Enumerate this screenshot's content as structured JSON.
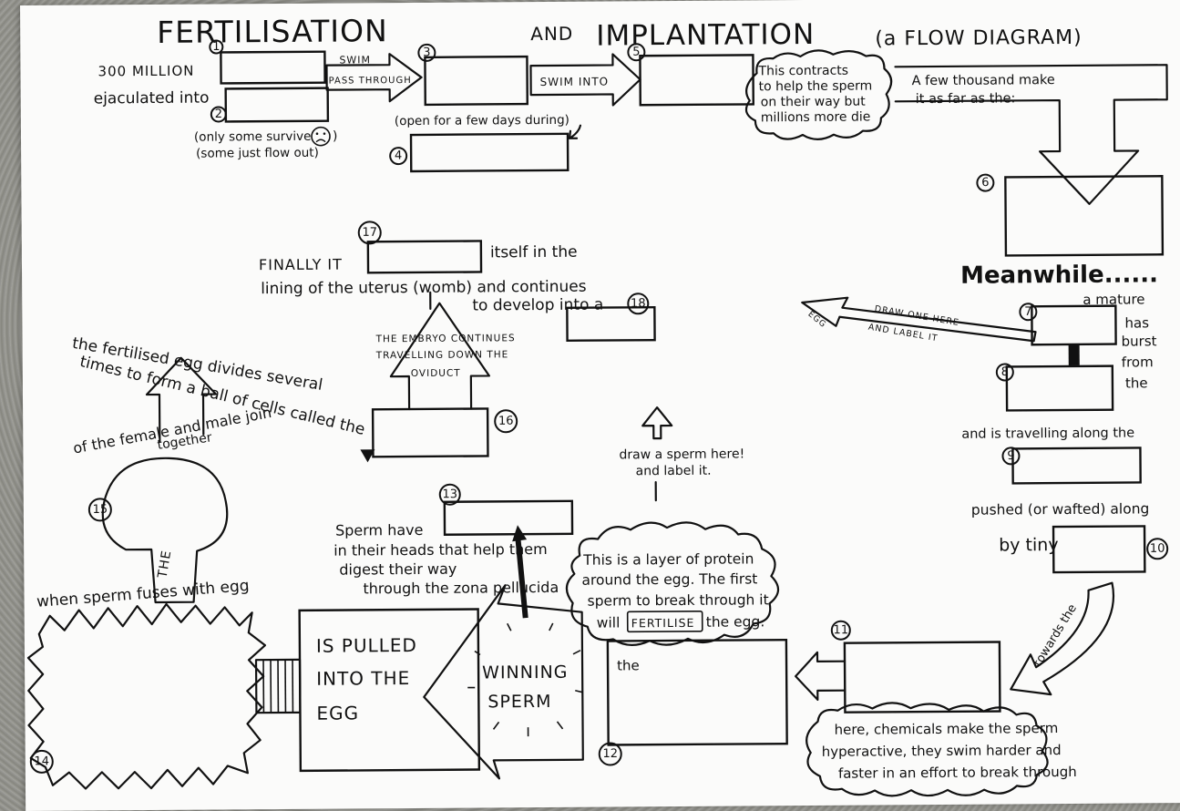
{
  "title": "FERTILISATION",
  "title_and": "AND",
  "title_implant": "IMPLANTATION",
  "title_sub": "(a FLOW DIAGRAM)",
  "labels": {
    "million": "300 MILLION",
    "ejaculated": "ejaculated into",
    "swim": "SWIM",
    "pass_through": "PASS THROUGH",
    "swim_into": "SWIM INTO",
    "open_days": "(open for a few days during)",
    "only_some": "(only some survive",
    "some_flow": "(some just flow out)",
    "contracts_1": "This contracts",
    "contracts_2": "to help the sperm",
    "contracts_3": "on their way but",
    "contracts_4": "millions more die",
    "few_1": "A few thousand make",
    "few_2": "it as far as the:",
    "meanwhile": "Meanwhile......",
    "mature": "a mature",
    "has": "has",
    "burst": "burst",
    "from": "from",
    "the": "the",
    "egg_tag": "EGG",
    "draw_one": "DRAW ONE HERE",
    "label_it": "AND LABEL IT",
    "travelling": "and is travelling along the",
    "pushed": "pushed (or wafted) along",
    "by_tiny": "by tiny",
    "towards": "towards the",
    "finally": "FINALLY IT",
    "itself": "itself in the",
    "lining": "lining of the uterus (womb) and continues",
    "develop": "to develop into a",
    "embryo_1": "THE EMBRYO CONTINUES",
    "embryo_2": "TRAVELLING DOWN THE",
    "embryo_3": "OVIDUCT",
    "divides_1": "the fertilised egg divides several",
    "divides_2": "times to form a ball of cells called the",
    "female_male": "of the female and male join",
    "together": "together",
    "the_mush": "THE",
    "draw_sperm_1": "draw a sperm here!",
    "draw_sperm_2": "and label it.",
    "sperm_have": "Sperm have",
    "heads_help": "in their heads that help them",
    "digest": "digest their way",
    "zona": "through the zona pellucida",
    "protein_1": "This is a layer of protein",
    "protein_2": "around the egg. The first",
    "protein_3": "sperm to break through it",
    "will": "will",
    "fertilise": "FERTILISE",
    "the_egg": "the egg.",
    "fuses": "when sperm fuses with egg",
    "pulled_1": "IS PULLED",
    "pulled_2": "INTO THE",
    "pulled_3": "EGG",
    "winning_1": "WINNING",
    "winning_2": "SPERM",
    "the_box12": "the",
    "chem_1": "here, chemicals make the sperm",
    "chem_2": "hyperactive, they swim harder and",
    "chem_3": "faster in an effort to break through"
  },
  "numbers": [
    "1",
    "2",
    "3",
    "4",
    "5",
    "6",
    "7",
    "8",
    "9",
    "10",
    "11",
    "12",
    "13",
    "14",
    "15",
    "16",
    "17",
    "18"
  ],
  "colors": {
    "ink": "#111111",
    "paper": "#fbfbfa",
    "table": "#8e8e8a"
  }
}
